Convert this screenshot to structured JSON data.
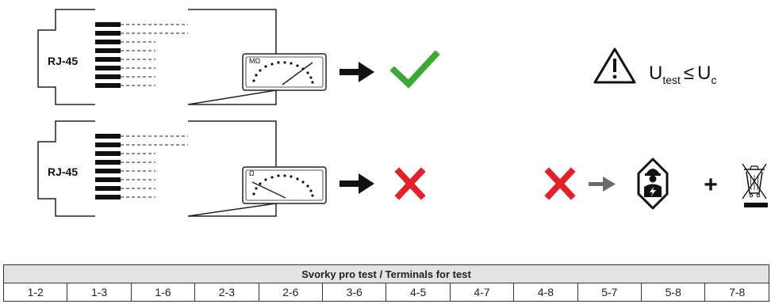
{
  "connector_label": "RJ-45",
  "meter_top_unit": "MΩ",
  "meter_bottom_unit": "Ω",
  "warning_formula": {
    "U": "U",
    "sub1": "test",
    "op": "≤",
    "U2": "U",
    "sub2": "c"
  },
  "plus": "+",
  "table": {
    "header": "Svorky pro test / Terminals  for test",
    "cells": [
      "1-2",
      "1-3",
      "1-6",
      "2-3",
      "2-6",
      "3-6",
      "4-5",
      "4-7",
      "4-8",
      "5-7",
      "5-8",
      "7-8"
    ]
  },
  "colors": {
    "check": "#3aaa35",
    "cross": "#e2222a",
    "ink": "#222222",
    "gray_arrow": "#6b6b6b",
    "table_header_bg": "#e3e3e3"
  },
  "icons": [
    "warning-triangle-icon",
    "checkmark-icon",
    "cross-icon",
    "electrician-icon",
    "weee-bin-icon"
  ]
}
